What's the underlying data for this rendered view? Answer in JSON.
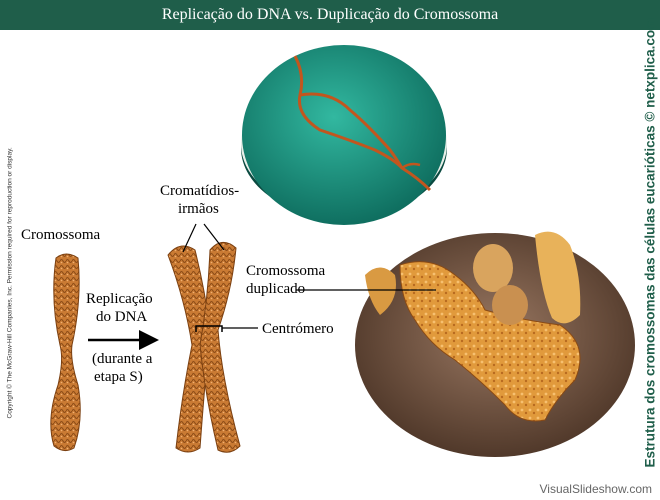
{
  "title": "Replicação do DNA vs. Duplicação do Cromossoma",
  "labels": {
    "chromosome": "Cromossoma",
    "sister_chromatids_line1": "Cromatídios-",
    "sister_chromatids_line2": "irmãos",
    "replication_line1": "Replicação",
    "replication_line2": "do DNA",
    "during_line1": "(durante a",
    "during_line2": "etapa S)",
    "centromere": "Centrómero",
    "duplicated_line1": "Cromossoma",
    "duplicated_line2": "duplicado"
  },
  "copyright": "Copyright © The McGraw-Hill Companies, Inc. Permission required for reproduction or display.",
  "side_caption": "Estrutura dos cromossomas das células eucarióticas © netxplica.com",
  "watermark": "VisualSlideshow.com",
  "colors": {
    "title_bar": "#1f5e4a",
    "side_caption": "#1f5e4a",
    "chromosome": "#c8742c",
    "disc_teal": "#1f9b86",
    "dna_strand": "#c2561e"
  }
}
